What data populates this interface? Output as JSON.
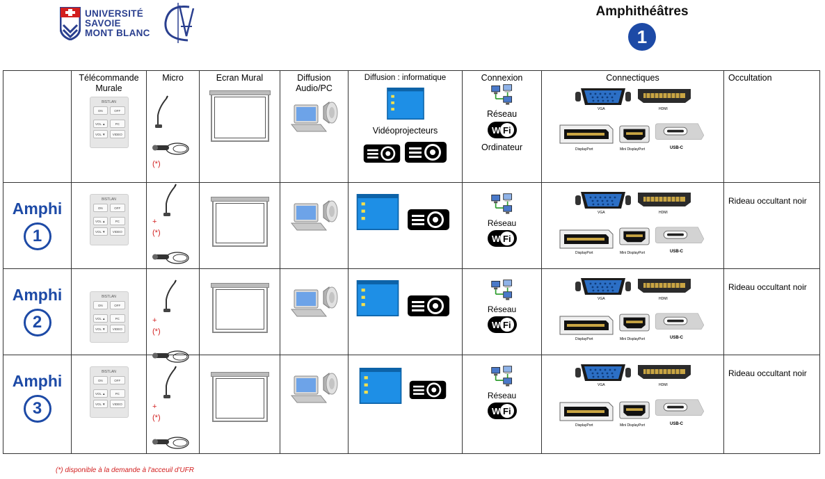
{
  "header": {
    "university": [
      "UNIVERSITÉ",
      "SAVOIE",
      "MONT BLANC"
    ],
    "title": "Amphithéâtres",
    "badge": "1",
    "colors": {
      "brand_blue": "#1d4aa6",
      "red": "#d21f1f"
    }
  },
  "columns": {
    "telecommande": "Télécommande Murale",
    "micro": "Micro",
    "ecran": "Ecran Mural",
    "audio": "Diffusion Audio/PC",
    "informatique": "Diffusion : informatique",
    "videoproj": "Vidéoprojecteurs",
    "connexion": "Connexion",
    "reseau": "Réseau",
    "ordinateur": "Ordinateur",
    "connectiques": "Connectiques",
    "occultation": "Occultation"
  },
  "remote": {
    "brand": "BISTLAN",
    "buttons": [
      "ON",
      "OFF",
      "VOL ▲",
      "PC",
      "VOL ▼",
      "VIDEO"
    ]
  },
  "connector_labels": {
    "vga": "VGA",
    "hdmi": "HDMI",
    "displayport": "DisplayPort",
    "minidp": "Mini DisplayPort",
    "usbc": "USB-C"
  },
  "mic_note": "(*)",
  "mic_plus": "+",
  "wifi_label": "Wi Fi",
  "rows": [
    {
      "name": "Amphi",
      "number": "1",
      "occultation": "Rideau occultant noir",
      "reseau": "Réseau"
    },
    {
      "name": "Amphi",
      "number": "2",
      "occultation": "Rideau occultant noir",
      "reseau": "Réseau"
    },
    {
      "name": "Amphi",
      "number": "3",
      "occultation": "Rideau occultant noir",
      "reseau": "Réseau"
    }
  ],
  "footnote": "(*) disponible à la demande à l'acceuil d'UFR"
}
